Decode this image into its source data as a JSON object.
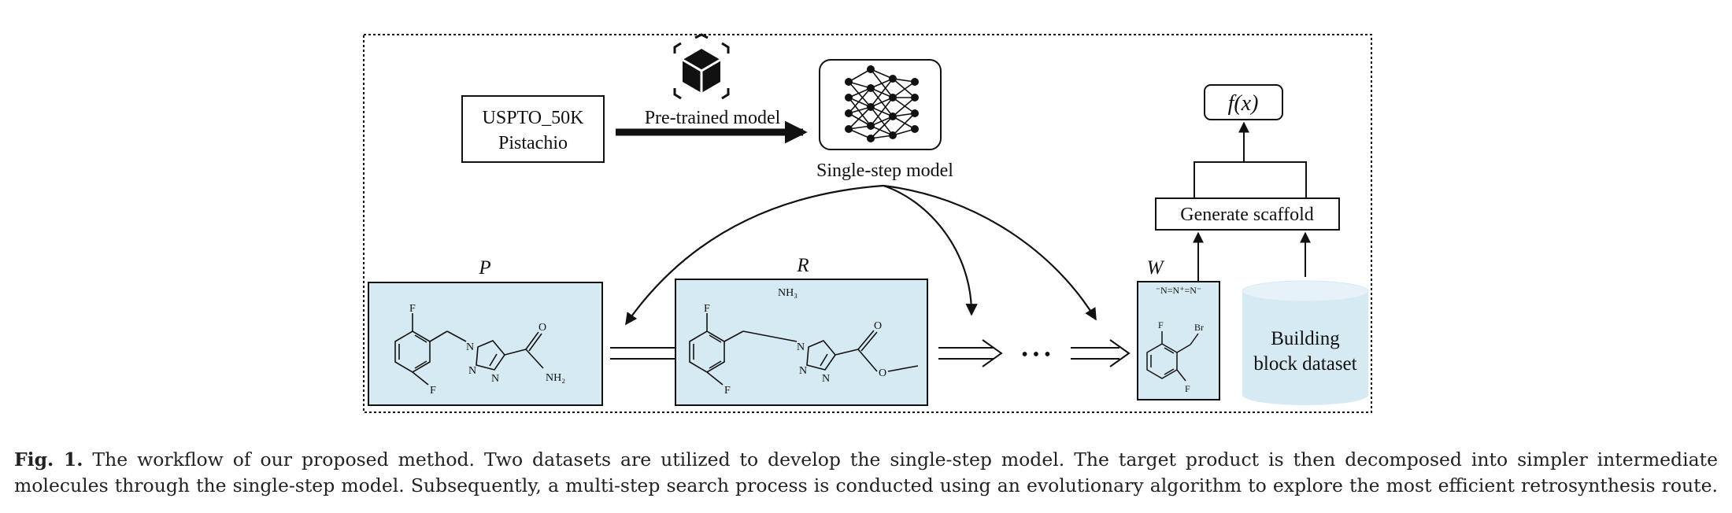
{
  "figure": {
    "datasets": [
      "USPTO_50K",
      "Pistachio"
    ],
    "pretrained_label": "Pre-trained model",
    "single_step_label": "Single-step model",
    "function_label": "f(x)",
    "generate_scaffold_label": "Generate scaffold",
    "building_block_label": [
      "Building",
      "block dataset"
    ],
    "molecule_labels": {
      "p": "P",
      "r": "R",
      "w": "W"
    },
    "ellipsis": "• • •",
    "atoms": {
      "f": "F",
      "n": "N",
      "o": "O",
      "br": "Br",
      "nh2": "NH₂",
      "nh3": "NH₃",
      "azide": "⁻N=N⁺=N⁻"
    },
    "colors": {
      "molecule_box_fill": "#d6eaf3",
      "cylinder_fill": "#d6eaf3",
      "stroke": "#111111"
    },
    "icons": [
      "cube-icon",
      "neural-network-icon"
    ]
  },
  "caption": {
    "label": "Fig. 1.",
    "text": "The workflow of our proposed method. Two datasets are utilized to develop the single-step model. The target product is then decomposed into simpler intermediate",
    "text_line2": "molecules through the single-step model. Subsequently, a multi-step search process is conducted using an evolutionary algorithm to explore the most efficient retrosynthesis route."
  }
}
